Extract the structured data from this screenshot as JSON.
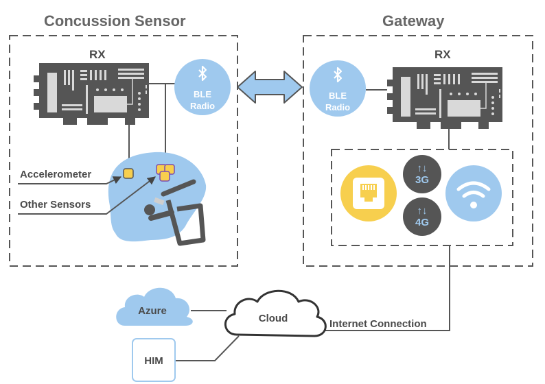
{
  "sensor": {
    "title": "Concussion Sensor",
    "rx_label": "RX",
    "ble_line1": "BLE",
    "ble_line2": "Radio",
    "accelerometer_label": "Accelerometer",
    "other_sensors_label": "Other Sensors"
  },
  "gateway": {
    "title": "Gateway",
    "rx_label": "RX",
    "ble_line1": "BLE",
    "ble_line2": "Radio",
    "connectivity": {
      "ethernet_icon": "ethernet-port-icon",
      "cell_3g": "3G",
      "cell_4g": "4G",
      "wifi_icon": "wifi-icon"
    }
  },
  "cloud": {
    "cloud_label": "Cloud",
    "azure_label": "Azure",
    "him_label": "HIM",
    "internet_label": "Internet Connection"
  },
  "colors": {
    "light_blue": "#9fc9ee",
    "dark_gray": "#555555",
    "yellow": "#f7cf4e",
    "purple": "#7a4bb0"
  }
}
